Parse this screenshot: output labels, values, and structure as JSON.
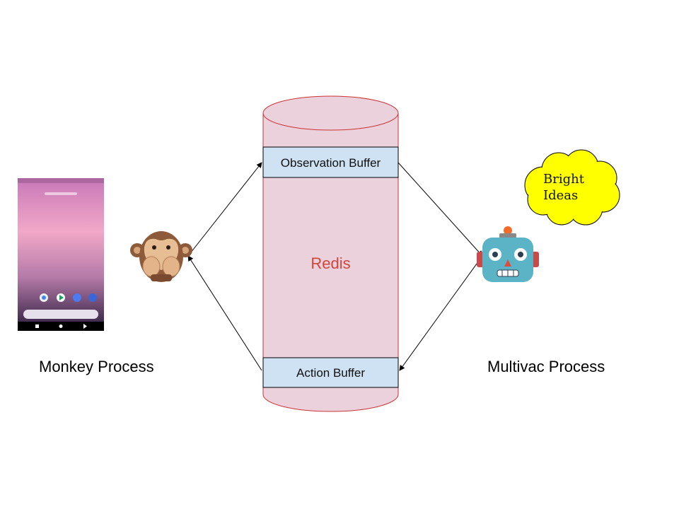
{
  "labels": {
    "monkey_process": "Monkey Process",
    "multivac_process": "Multivac Process",
    "redis": "Redis",
    "observation_buffer": "Observation Buffer",
    "action_buffer": "Action Buffer",
    "idea_line1": "Bright",
    "idea_line2": "Ideas"
  },
  "colors": {
    "cylinder_fill": "#ead1dc",
    "cylinder_stroke": "#cc3333",
    "buffer_fill": "#cfe2f3",
    "cloud_fill": "#ffff00",
    "redis_text": "#d0463a"
  },
  "icons": {
    "monkey": "speak-no-evil-monkey-icon",
    "robot": "robot-face-icon",
    "phone": "android-phone-screenshot"
  }
}
